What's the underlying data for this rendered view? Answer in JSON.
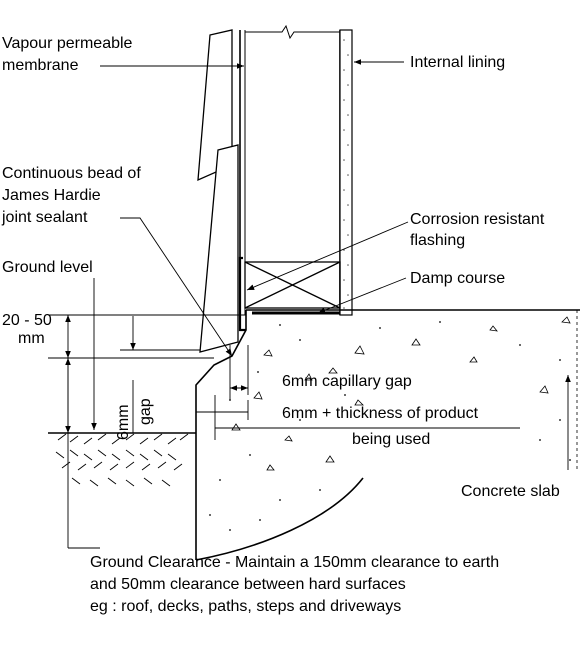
{
  "labels": {
    "membrane_1": "Vapour permeable",
    "membrane_2": "membrane",
    "internal_lining": "Internal lining",
    "sealant_1": "Continuous bead of",
    "sealant_2": "James Hardie",
    "sealant_3": "joint sealant",
    "flashing_1": "Corrosion resistant",
    "flashing_2": "flashing",
    "ground_level": "Ground level",
    "damp_course": "Damp course",
    "range_1": "20 - 50",
    "range_2": "mm",
    "gap_1": "6mm",
    "gap_2": "gap",
    "capillary_gap": "6mm capillary gap",
    "thickness_1": "6mm + thickness of product",
    "thickness_2": "being used",
    "concrete_slab": "Concrete slab",
    "clearance_1": "Ground Clearance - Maintain a 150mm clearance to earth",
    "clearance_2": "and 50mm clearance between hard surfaces",
    "clearance_3": "eg : roof, decks, paths, steps and driveways"
  }
}
